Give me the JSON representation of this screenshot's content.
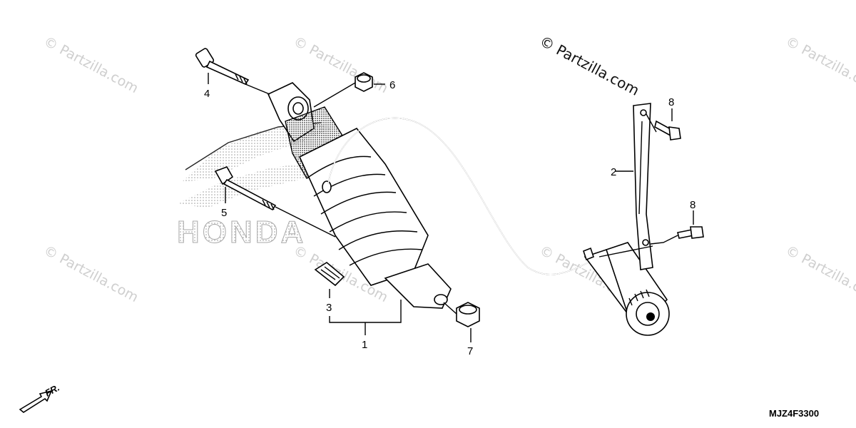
{
  "watermark": {
    "corner_text": "© Partzilla.com",
    "brand_text": "© Partzilla.com"
  },
  "logo": {
    "text": "HONDA"
  },
  "diagram_code": "MJZ4F3300",
  "front_indicator": "FR.",
  "callouts": {
    "c1": "1",
    "c2": "2",
    "c3": "3",
    "c4": "4",
    "c5": "5",
    "c6": "6",
    "c7": "7",
    "c8a": "8",
    "c8b": "8"
  },
  "colors": {
    "line": "#000000",
    "watermark": "#cfcfcf",
    "logo_dots": "#9a9a9a"
  }
}
